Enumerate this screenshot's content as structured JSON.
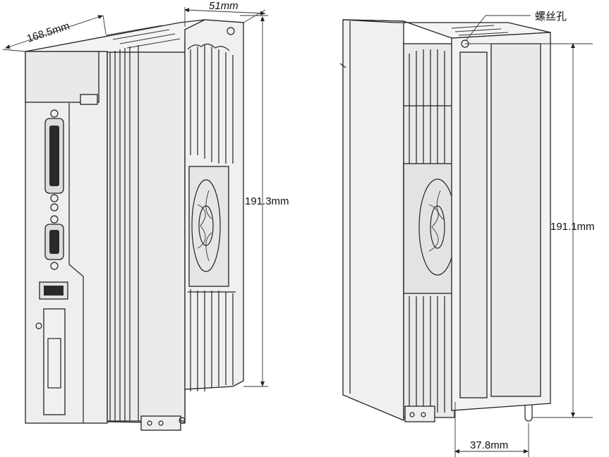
{
  "left_view": {
    "depth_label": "168.5mm",
    "width_label": "51mm",
    "height_label": "191.3mm"
  },
  "right_view": {
    "screw_hole_label": "螺丝孔",
    "height_label": "191.1mm",
    "hole_spacing_label": "37.8mm"
  }
}
